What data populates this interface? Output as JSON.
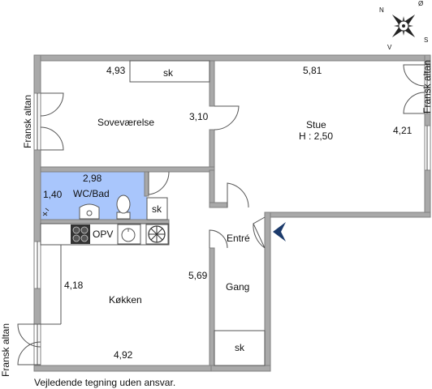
{
  "compass": {
    "north": "N",
    "east": "Ø",
    "south": "S",
    "west": "V"
  },
  "rooms": {
    "bedroom": {
      "name": "Soveværelse",
      "dim_top": "4,93",
      "dim_side": "3,10"
    },
    "living": {
      "name": "Stue",
      "height": "H : 2,50",
      "dim_top": "5,81",
      "dim_side": "4,21"
    },
    "bathroom": {
      "name": "WC/Bad",
      "dim_top": "2,98",
      "dim_side": "1,40"
    },
    "kitchen": {
      "name": "Køkken",
      "dim_side": "4,18",
      "dim_bottom": "4,92",
      "dim_right": "5,69"
    },
    "entrance": {
      "name": "Entré"
    },
    "hallway": {
      "name": "Gang"
    }
  },
  "closets": {
    "bedroom": "sk",
    "bathroom": "sk",
    "hallway": "sk"
  },
  "appliances": {
    "oven": "OPV"
  },
  "balconies": {
    "left_upper": "Fransk altan",
    "right": "Fransk altan",
    "left_lower": "Fransk altan"
  },
  "colors": {
    "bathroom_fill": "#a9c6fc",
    "entrance_arrow": "#1b3a6b",
    "wall": "#a9a9a9"
  },
  "disclaimer": "Vejledende tegning uden ansvar."
}
